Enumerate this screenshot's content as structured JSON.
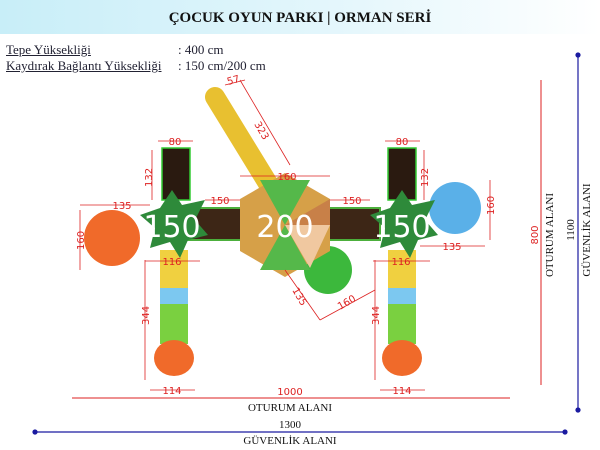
{
  "title": "ÇOCUK OYUN PARKI  |  ORMAN SERİ",
  "specs": [
    {
      "label": "Tepe Yüksekliği",
      "value": ": 400 cm"
    },
    {
      "label": "Kaydırak Bağlantı  Yüksekliği",
      "value": ": 150 cm/200 cm"
    }
  ],
  "platform_heights": {
    "left": "150",
    "center": "200",
    "right": "150"
  },
  "dimensions": {
    "slide_top": "57",
    "slide_len": "323",
    "ladder_w_left": "80",
    "ladder_w_right": "80",
    "ladder_h_left": "132",
    "ladder_h_right": "132",
    "bridge_left": "150",
    "bridge_right": "150",
    "hex": "160",
    "left_slide_w": "135",
    "right_slide_w": "135",
    "left_slide_h": "160",
    "right_slide_h": "160",
    "tube_left": "116",
    "tube_right": "116",
    "col_left": "344",
    "col_right": "344",
    "base_left": "114",
    "base_right": "114",
    "green_slide_a": "135",
    "green_slide_b": "160"
  },
  "area": {
    "inner_width": "1000",
    "inner_depth": "800",
    "inner_label": "OTURUM ALANI",
    "outer_width": "1300",
    "outer_depth": "1100",
    "outer_label": "GÜVENLİK ALANI"
  },
  "colors": {
    "dim": "#dd2222",
    "blue": "#1a1aa0"
  }
}
